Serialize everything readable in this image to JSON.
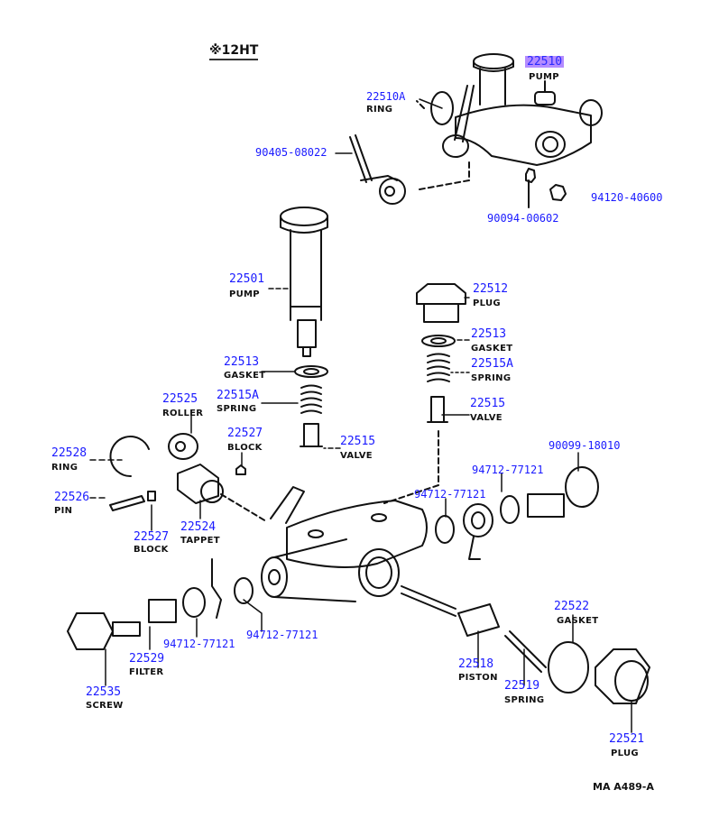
{
  "diagram": {
    "title": "※12HT",
    "figure_code": "MA  A489-A",
    "highlight_color": "#b48cff",
    "label_color": "#1a1aff",
    "parts": [
      {
        "id": "p22510",
        "number": "22510",
        "name": "PUMP",
        "highlighted": true
      },
      {
        "id": "p22510A",
        "number": "22510A",
        "name": "RING"
      },
      {
        "id": "p90405",
        "number": "90405-08022",
        "name": ""
      },
      {
        "id": "p90094",
        "number": "90094-00602",
        "name": ""
      },
      {
        "id": "p94120",
        "number": "94120-40600",
        "name": ""
      },
      {
        "id": "p22501",
        "number": "22501",
        "name": "PUMP"
      },
      {
        "id": "p22512",
        "number": "22512",
        "name": "PLUG"
      },
      {
        "id": "p22513a",
        "number": "22513",
        "name": "GASKET"
      },
      {
        "id": "p22513b",
        "number": "22513",
        "name": "GASKET"
      },
      {
        "id": "p22515Aa",
        "number": "22515A",
        "name": "SPRING"
      },
      {
        "id": "p22515Ab",
        "number": "22515A",
        "name": "SPRING"
      },
      {
        "id": "p22515a",
        "number": "22515",
        "name": "VALVE"
      },
      {
        "id": "p22515b",
        "number": "22515",
        "name": "VALVE"
      },
      {
        "id": "p22525",
        "number": "22525",
        "name": "ROLLER"
      },
      {
        "id": "p22527a",
        "number": "22527",
        "name": "BLOCK"
      },
      {
        "id": "p22527b",
        "number": "22527",
        "name": "BLOCK"
      },
      {
        "id": "p22528",
        "number": "22528",
        "name": "RING"
      },
      {
        "id": "p22526",
        "number": "22526",
        "name": "PIN"
      },
      {
        "id": "p22524",
        "number": "22524",
        "name": "TAPPET"
      },
      {
        "id": "p90099",
        "number": "90099-18010",
        "name": ""
      },
      {
        "id": "p94712a",
        "number": "94712-77121",
        "name": ""
      },
      {
        "id": "p94712b",
        "number": "94712-77121",
        "name": ""
      },
      {
        "id": "p94712c",
        "number": "94712-77121",
        "name": ""
      },
      {
        "id": "p94712d",
        "number": "94712-77121",
        "name": ""
      },
      {
        "id": "p22522",
        "number": "22522",
        "name": "GASKET"
      },
      {
        "id": "p22535",
        "number": "22535",
        "name": "SCREW"
      },
      {
        "id": "p22529",
        "number": "22529",
        "name": "FILTER"
      },
      {
        "id": "p22518",
        "number": "22518",
        "name": "PISTON"
      },
      {
        "id": "p22519",
        "number": "22519",
        "name": "SPRING"
      },
      {
        "id": "p22521",
        "number": "22521",
        "name": "PLUG"
      }
    ]
  }
}
